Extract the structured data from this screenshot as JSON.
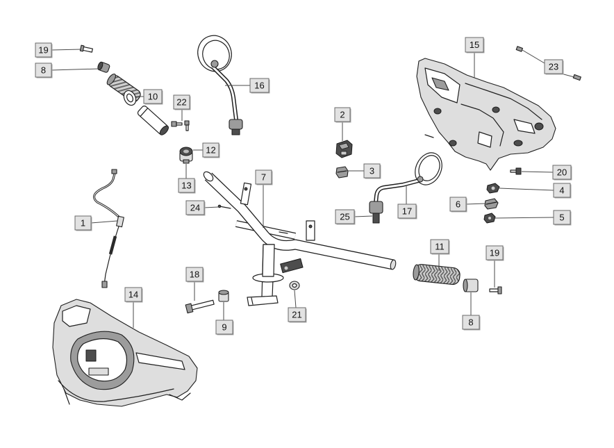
{
  "callouts": [
    {
      "number": "19"
    },
    {
      "number": "8"
    },
    {
      "number": "10"
    },
    {
      "number": "22"
    },
    {
      "number": "16"
    },
    {
      "number": "12"
    },
    {
      "number": "13"
    },
    {
      "number": "2"
    },
    {
      "number": "3"
    },
    {
      "number": "15"
    },
    {
      "number": "23"
    },
    {
      "number": "20"
    },
    {
      "number": "4"
    },
    {
      "number": "6"
    },
    {
      "number": "5"
    },
    {
      "number": "7"
    },
    {
      "number": "24"
    },
    {
      "number": "1"
    },
    {
      "number": "25"
    },
    {
      "number": "17"
    },
    {
      "number": "11"
    },
    {
      "number": "19"
    },
    {
      "number": "18"
    },
    {
      "number": "14"
    },
    {
      "number": "9"
    },
    {
      "number": "21"
    },
    {
      "number": "8"
    }
  ]
}
